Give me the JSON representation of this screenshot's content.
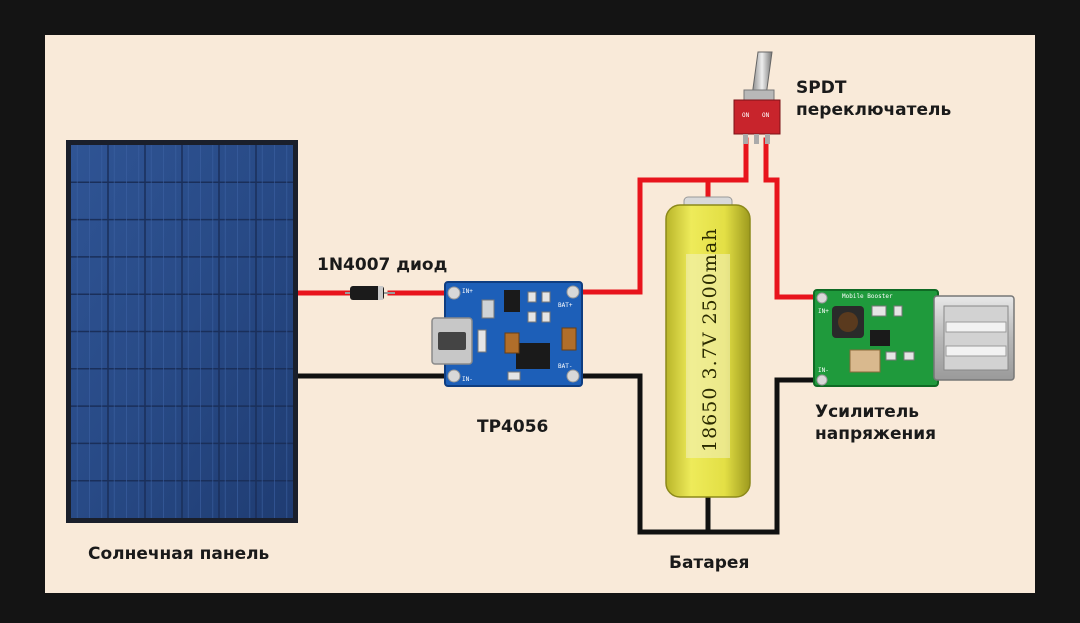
{
  "labels": {
    "switch_line1": "SPDT",
    "switch_line2": "переключатель",
    "diode": "1N4007 диод",
    "charger": "TP4056",
    "booster_line1": "Усилитель",
    "booster_line2": "напряжения",
    "solar_panel": "Солнечная панель",
    "battery": "Батарея"
  },
  "component_markings": {
    "cell_print": "18650 3.7V 2500mah",
    "tp4056_in_plus": "IN+",
    "tp4056_in_minus": "IN-",
    "tp4056_bat_plus": "BAT+",
    "tp4056_bat_minus": "BAT-",
    "booster_title": "Mobile Booster",
    "booster_in_plus": "IN+",
    "booster_in_minus": "IN-",
    "switch_on_left": "ON",
    "switch_on_right": "ON"
  },
  "colors": {
    "background": "#f9ead9",
    "frame": "#141414",
    "wire_positive": "#e8141c",
    "wire_negative": "#111111",
    "panel_blue": "#2a4b86",
    "tp4056_board": "#1d5fb8",
    "booster_board": "#1f9a3c",
    "cell_yellow": "#e6e34a",
    "switch_red": "#c8242c"
  }
}
